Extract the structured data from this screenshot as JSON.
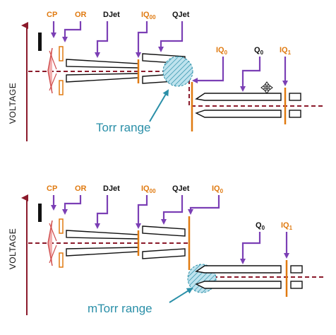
{
  "panels": [
    {
      "axis_label": "VOLTAGE",
      "range_label": "Torr range",
      "labels": {
        "cp": "CP",
        "or": "OR",
        "djet": "DJet",
        "iq00_main": "IQ",
        "iq00_sub": "00",
        "qjet": "QJet",
        "iq0_main": "IQ",
        "iq0_sub": "0",
        "q0_main": "Q",
        "q0_sub": "0",
        "iq1_main": "IQ",
        "iq1_sub": "1"
      }
    },
    {
      "axis_label": "VOLTAGE",
      "range_label": "mTorr range",
      "labels": {
        "cp": "CP",
        "or": "OR",
        "djet": "DJet",
        "iq00_main": "IQ",
        "iq00_sub": "00",
        "qjet": "QJet",
        "iq0_main": "IQ",
        "iq0_sub": "0",
        "q0_main": "Q",
        "q0_sub": "0",
        "iq1_main": "IQ",
        "iq1_sub": "1"
      }
    }
  ],
  "colors": {
    "orange": "#e07a10",
    "purple": "#7b3fb5",
    "maroon": "#8b1a2b",
    "teal": "#2a8fa8"
  }
}
